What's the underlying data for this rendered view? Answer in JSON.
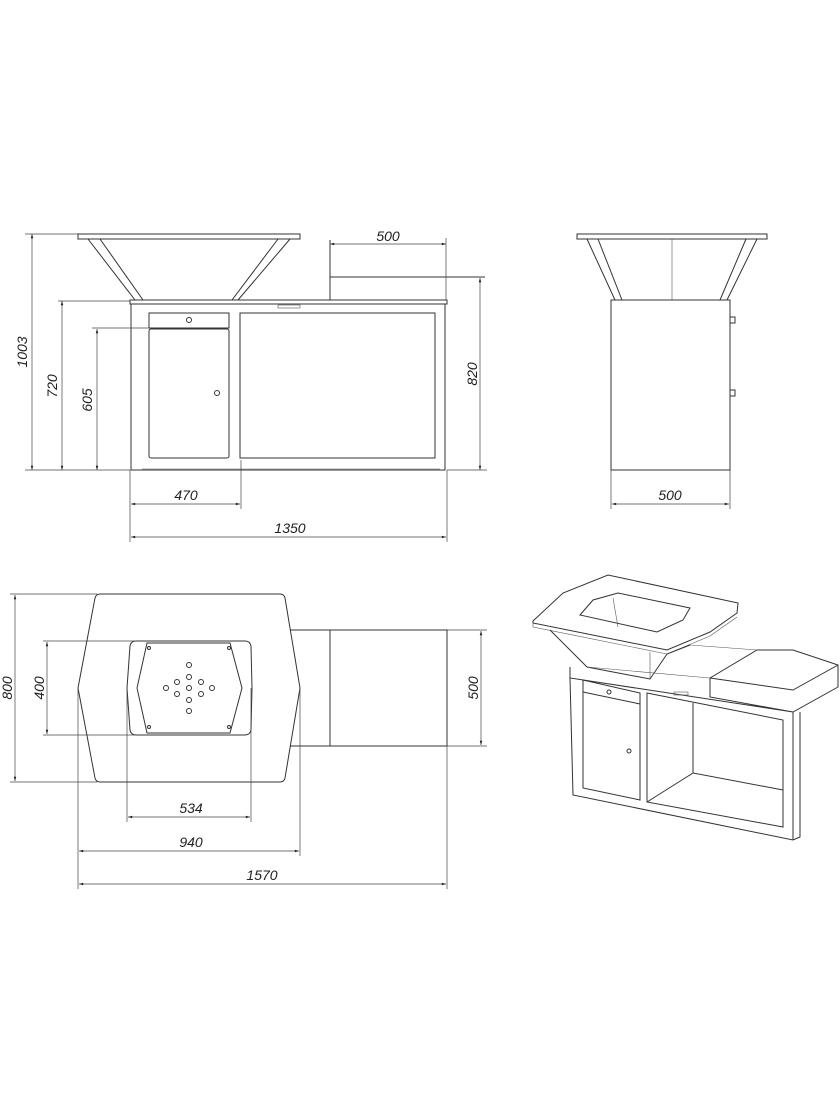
{
  "drawing": {
    "front_view": {
      "dimensions": {
        "overall_height": "1003",
        "cabinet_height": "720",
        "door_height": "605",
        "side_top_height": "820",
        "side_top_depth": "500",
        "door_section_width": "470",
        "overall_width": "1350"
      }
    },
    "side_view": {
      "dimensions": {
        "depth": "500"
      }
    },
    "plan_view": {
      "dimensions": {
        "plate_depth": "800",
        "opening_depth": "400",
        "side_top_depth": "500",
        "opening_width": "534",
        "plate_width": "940",
        "overall_width": "1570"
      }
    },
    "iso_view": {},
    "colors": {
      "line": "#333333",
      "background": "#ffffff"
    }
  }
}
